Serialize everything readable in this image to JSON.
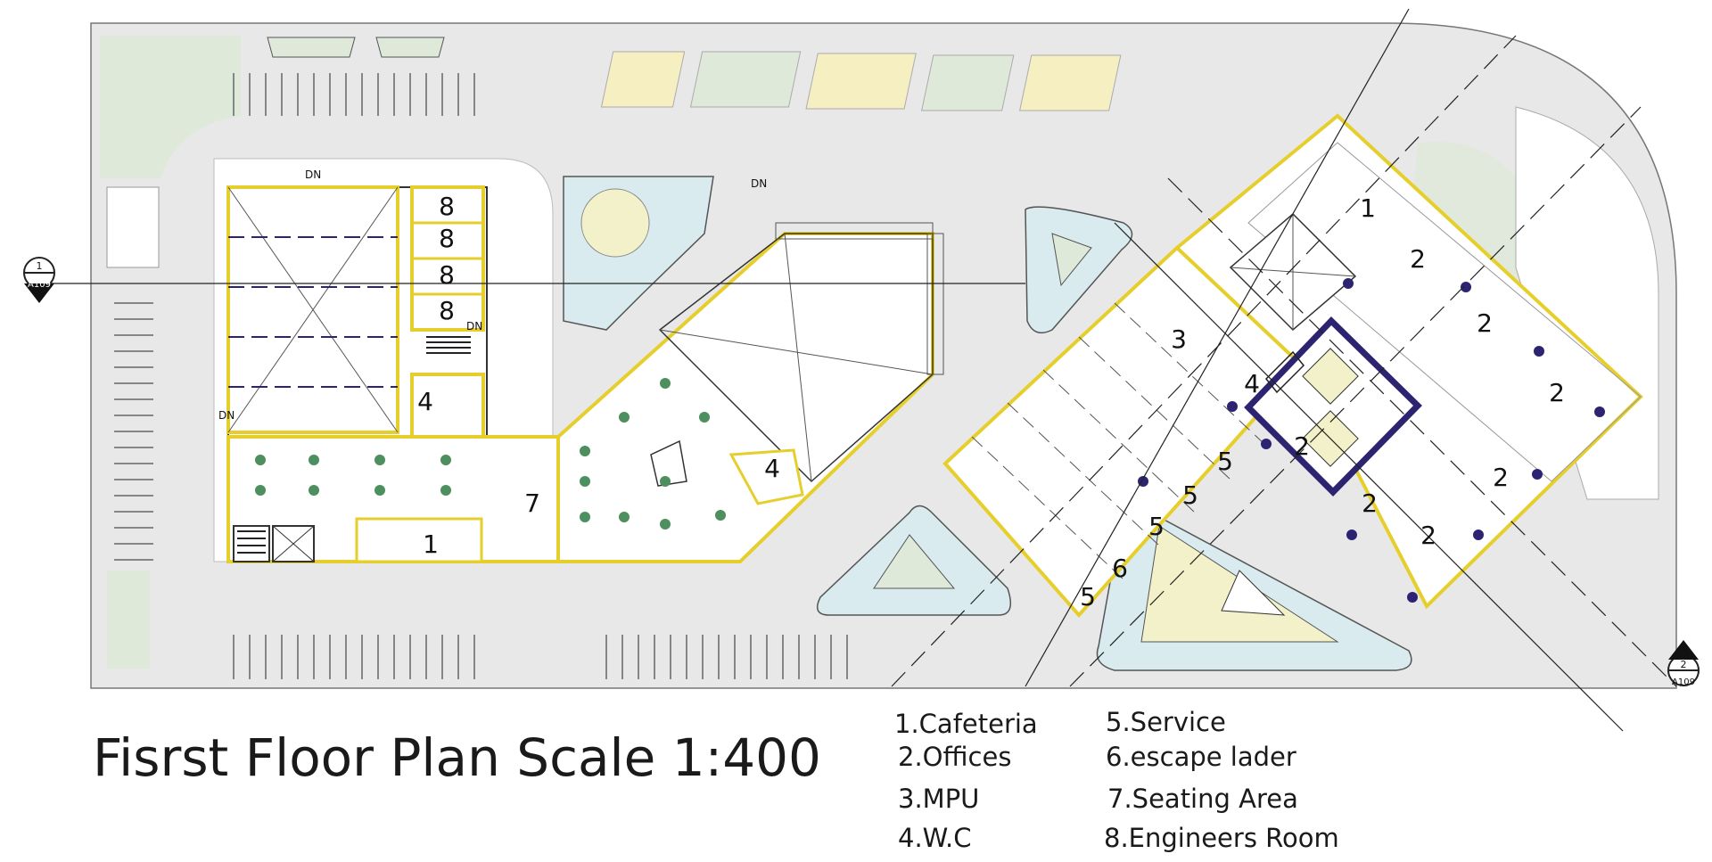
{
  "title": "Fisrst Floor Plan  Scale 1:400",
  "legend": [
    "1.Cafeteria",
    "2.Offices",
    "3.MPU",
    "4.W.C",
    "5.Service",
    "6.escape lader",
    "7.Seating Area",
    "8.Engineers Room"
  ],
  "markers": {
    "m1_num": "1",
    "m1_sheet": "A109",
    "m2_num": "2",
    "m2_sheet": "A109"
  },
  "dn_label": "DN",
  "rooms": {
    "n1": "1",
    "n2": "2",
    "n3": "3",
    "n4": "4",
    "n5": "5",
    "n6": "6",
    "n7": "7",
    "n8": "8"
  },
  "colors": {
    "wall": "#e6cf2c",
    "core": "#2c2470",
    "landscape": "#dfe9da",
    "paving": "#e9e9ea",
    "deck": "#f3f1c9"
  }
}
